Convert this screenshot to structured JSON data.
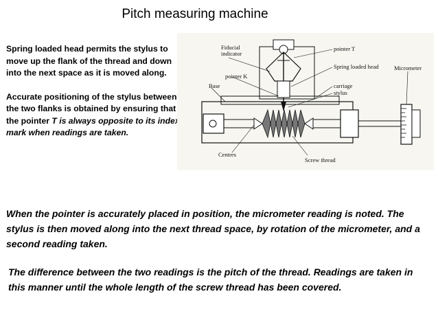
{
  "title": "Pitch measuring machine",
  "left_text": {
    "para1": "Spring loaded head permits the stylus to move up the flank of the thread and down into the next space as it is moved along.",
    "para2_intro": "Accurate positioning of the stylus between the two flanks is obtained by ensuring that the pointer ",
    "para2_pointer": "T is always opposite to its index mark when readings are taken."
  },
  "bottom_text": {
    "para3": "When the pointer is accurately placed in position, the micrometer reading is noted. The stylus is then moved along into the next thread space, by rotation of the micrometer, and a second reading taken.",
    "para4": "The difference between the two readings is the pitch of the thread. Readings are taken in this manner until the whole length of the screw thread has been covered."
  },
  "diagram": {
    "labels": {
      "fiducial": "Fiducial indicator",
      "pointer_t": "pointer T",
      "spring_head": "Spring loaded head",
      "micrometer": "Micrometer",
      "pointer_k": "pointer K",
      "base": "Base",
      "carriage": "carriage",
      "stylus": "stylus",
      "centres": "Centres",
      "screw_thread": "Screw thread"
    }
  }
}
